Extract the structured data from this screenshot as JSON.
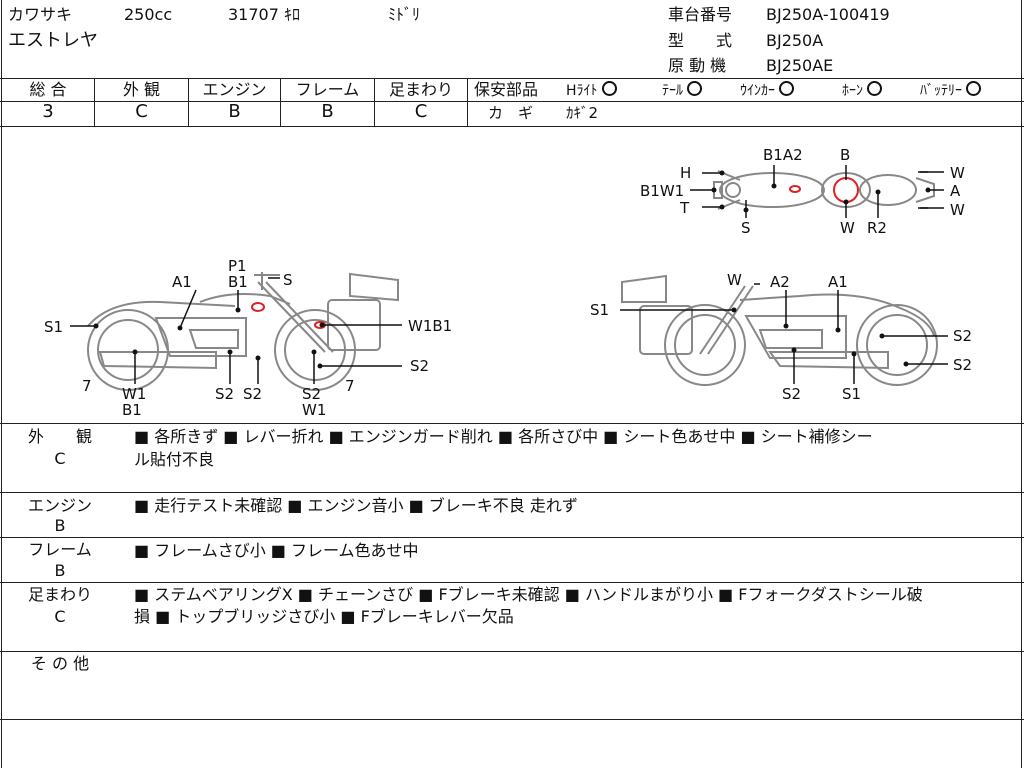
{
  "header": {
    "maker": "カワサキ",
    "displacement": "250cc",
    "mileage": "31707 ｷﾛ",
    "color": "ﾐﾄﾞﾘ",
    "model_name": "エストレヤ",
    "frame_no_label": "車台番号",
    "frame_no": "BJ250A-100419",
    "type_label": "型　　式",
    "type": "BJ250A",
    "engine_label": "原 動 機",
    "engine": "BJ250AE"
  },
  "grades": {
    "headers": [
      "総 合",
      "外 観",
      "エンジン",
      "フレーム",
      "足まわり"
    ],
    "values": [
      "3",
      "C",
      "B",
      "B",
      "C"
    ]
  },
  "safety": {
    "label": "保安部品",
    "items": [
      {
        "name": "Hﾗｲﾄ",
        "mark": "O"
      },
      {
        "name": "ﾃｰﾙ",
        "mark": "O"
      },
      {
        "name": "ｳｲﾝｶｰ",
        "mark": "O"
      },
      {
        "name": "ﾎｰﾝ",
        "mark": "O"
      },
      {
        "name": "ﾊﾞｯﾃﾘｰ",
        "mark": "O"
      }
    ],
    "key_label": "カ　ギ",
    "key_value": "ｶｷﾞ2"
  },
  "diagram": {
    "top": {
      "b1a2": "B1A2",
      "b": "B",
      "h": "H",
      "b1w1": "B1W1",
      "t": "T",
      "s": "S",
      "w_bottom": "W",
      "r2": "R2",
      "w1": "W",
      "a": "A",
      "w2": "W"
    },
    "left": {
      "p1": "P1",
      "b1": "B1",
      "s_top": "S",
      "a1": "A1",
      "s1": "S1",
      "w1b1": "W1B1",
      "s2_right": "S2",
      "seven_left": "7",
      "w1": "W1",
      "b1_bottom": "B1",
      "s2a": "S2",
      "s2b": "S2",
      "s2c": "S2",
      "w1_bottom": "W1",
      "seven_right": "7"
    },
    "right": {
      "w": "W",
      "a2": "A2",
      "a1": "A1",
      "s1": "S1",
      "s2_top": "S2",
      "s2_mid": "S2",
      "s2_bottom": "S2",
      "s1_bottom": "S1"
    }
  },
  "notes": [
    {
      "category": "外　　観",
      "grade": "C",
      "line1": "■ 各所きず ■ レバー折れ ■ エンジンガード削れ ■ 各所さび中 ■ シート色あせ中 ■ シート補修シー",
      "line2": "ル貼付不良"
    },
    {
      "category": "エンジン",
      "grade": "B",
      "line1": "■ 走行テスト未確認 ■ エンジン音小 ■ ブレーキ不良 走れず",
      "line2": ""
    },
    {
      "category": "フレーム",
      "grade": "B",
      "line1": "■ フレームさび小 ■ フレーム色あせ中",
      "line2": ""
    },
    {
      "category": "足まわり",
      "grade": "C",
      "line1": "■ ステムベアリングX ■ チェーンさび ■ Fブレーキ未確認 ■ ハンドルまがり小 ■ Fフォークダストシール破",
      "line2": "損 ■ トップブリッジさび小 ■ Fブレーキレバー欠品"
    },
    {
      "category": "そ の 他",
      "grade": "",
      "line1": "",
      "line2": ""
    }
  ]
}
